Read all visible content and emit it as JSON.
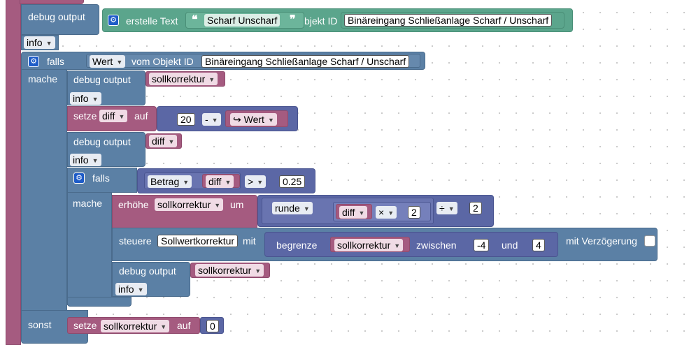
{
  "labels": {
    "debug_output": "debug output",
    "erstelle_text": "erstelle Text",
    "objekt_id": "Objekt ID",
    "objekt_id_trunc": "bjekt ID",
    "vom_objekt_id": "vom Objekt ID",
    "falls": "falls",
    "mache": "mache",
    "sonst": "sonst",
    "setze": "setze",
    "auf": "auf",
    "erhoehe": "erhöhe",
    "um": "um",
    "steuere": "steuere",
    "mit": "mit",
    "begrenze": "begrenze",
    "zwischen": "zwischen",
    "und": "und",
    "mit_verzoegerung": "mit Verzögerung"
  },
  "values": {
    "info": "info",
    "scharf_unscharf": "Scharf Unscharf",
    "object_id": "Binäreingang Schließanlage Scharf / Unscharf",
    "wert": "Wert",
    "sollkorrektur": "sollkorrektur",
    "diff": "diff",
    "num_20": "20",
    "minus": "-",
    "betrag": "Betrag",
    "gt": ">",
    "num_025": "0.25",
    "runde": "runde",
    "times": "×",
    "num_2": "2",
    "divide": "÷",
    "sollwertkorrektur": "Sollwertkorrektur",
    "num_neg4": "-4",
    "num_4": "4",
    "num_0": "0"
  },
  "icons": {
    "gear": "gear-icon",
    "arrow": "↪",
    "quote_open": "❝",
    "quote_close": "❞"
  },
  "colors": {
    "logic_blue": "#5b80a5",
    "math_purple": "#5b67a5",
    "variable_pink": "#a55b80",
    "text_green": "#5ba58c",
    "gear_blue": "#1e5cc8"
  }
}
